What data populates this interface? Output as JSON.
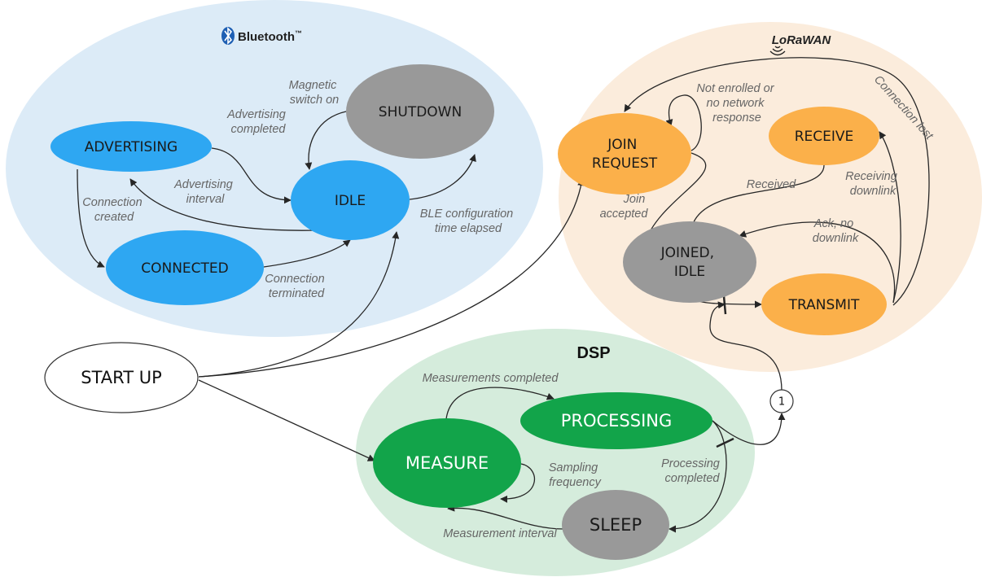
{
  "colors": {
    "bluetooth_region": "#dcebf7",
    "lorawan_region": "#fbecdc",
    "dsp_region": "#d5ecdc",
    "blue_state": "#2ea7f2",
    "orange_state": "#fbb04a",
    "green_state": "#12a44a",
    "gray_state": "#999999"
  },
  "regions": {
    "bluetooth": {
      "title": "Bluetooth",
      "trademark": "™",
      "icon": "bluetooth-icon"
    },
    "lorawan": {
      "title": "LoRaWAN",
      "icon": "lora-antenna-icon"
    },
    "dsp": {
      "title": "DSP"
    }
  },
  "states": {
    "advertising": "ADVERTISING",
    "idle": "IDLE",
    "shutdown": "SHUTDOWN",
    "connected": "CONNECTED",
    "start_up": "START UP",
    "join_request": [
      "JOIN",
      "REQUEST"
    ],
    "receive": "RECEIVE",
    "joined_idle": [
      "JOINED,",
      "IDLE"
    ],
    "transmit": "TRANSMIT",
    "measure": "MEASURE",
    "processing": "PROCESSING",
    "sleep": "SLEEP"
  },
  "junction": "1",
  "labels": {
    "magnetic_switch_on": [
      "Magnetic",
      "switch on"
    ],
    "advertising_completed": [
      "Advertising",
      "completed"
    ],
    "advertising_interval": [
      "Advertising",
      "interval"
    ],
    "connection_created": [
      "Connection",
      "created"
    ],
    "ble_configuration": [
      "BLE configuration",
      "time elapsed"
    ],
    "connection_terminated": [
      "Connection",
      "terminated"
    ],
    "not_enrolled": [
      "Not enrolled or",
      "no network",
      "response"
    ],
    "connection_lost": "Connection lost",
    "join_accepted": [
      "Join",
      "accepted"
    ],
    "received": "Received",
    "receiving_downlink": [
      "Receiving",
      "downlink"
    ],
    "ack_no_downlink": [
      "Ack, no",
      "downlink"
    ],
    "measurements_completed": "Measurements completed",
    "sampling_frequency": [
      "Sampling",
      "frequency"
    ],
    "processing_completed": [
      "Processing",
      "completed"
    ],
    "measurement_interval": "Measurement interval"
  }
}
